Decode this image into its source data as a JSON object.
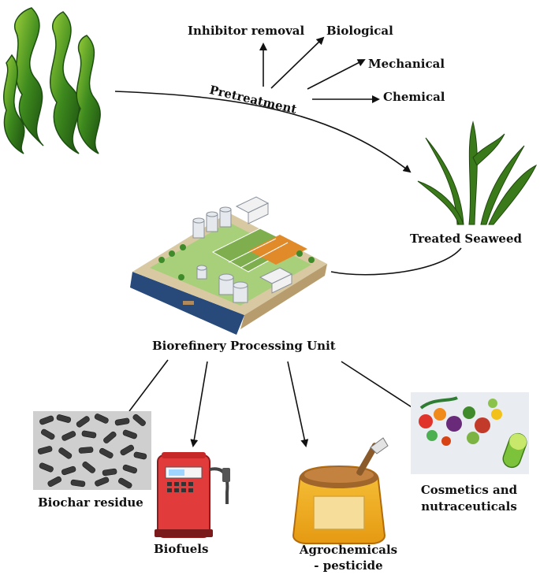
{
  "diagram": {
    "pretreatment": "Pretreatment",
    "methods": {
      "inhibitor_removal": "Inhibitor removal",
      "biological": "Biological",
      "mechanical": "Mechanical",
      "chemical": "Chemical"
    },
    "treated_seaweed": "Treated Seaweed",
    "processing_unit": "Biorefinery Processing Unit",
    "products": {
      "biochar": "Biochar residue",
      "biofuels": "Biofuels",
      "agrochemicals_line1": "Agrochemicals",
      "agrochemicals_line2": "- pesticide",
      "cosmetics_line1": "Cosmetics and",
      "cosmetics_line2": "nutraceuticals"
    }
  }
}
